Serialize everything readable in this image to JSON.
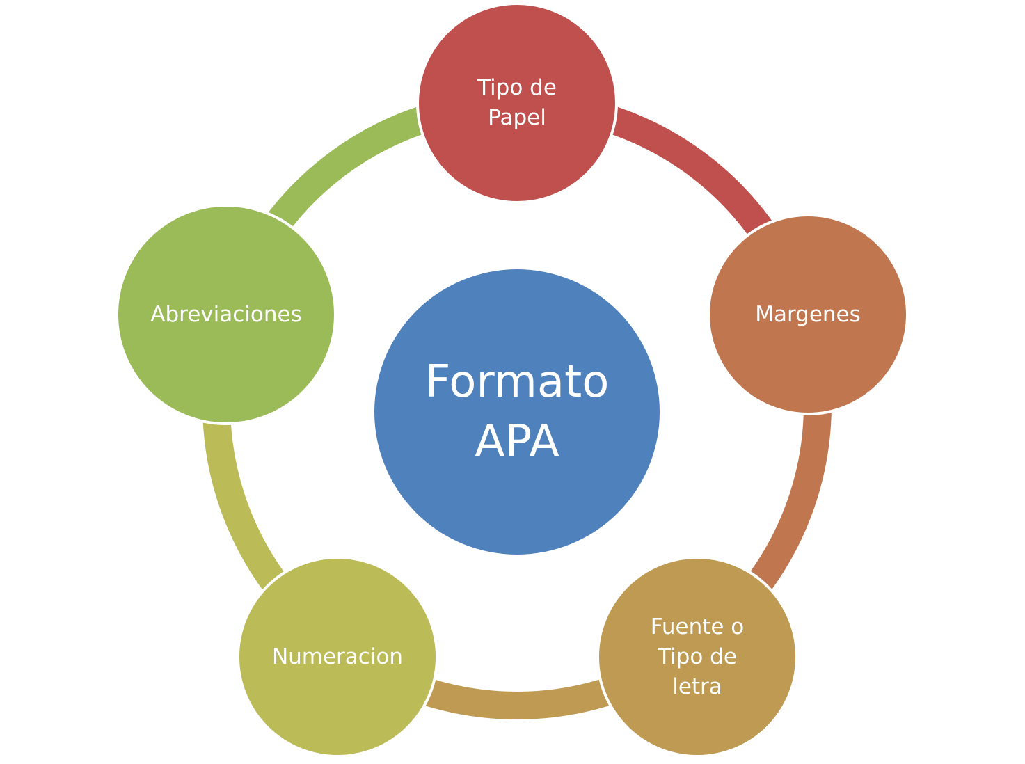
{
  "center": {
    "label": "Formato\nAPA",
    "color": "#4F81BD"
  },
  "nodes": [
    {
      "label": "Tipo de\nPapel",
      "color": "#C0504D"
    },
    {
      "label": "Margenes",
      "color": "#C0774F"
    },
    {
      "label": "Fuente o\nTipo de\nletra",
      "color": "#BE9A52"
    },
    {
      "label": "Numeracion",
      "color": "#BBBB58"
    },
    {
      "label": "Abreviaciones",
      "color": "#9BBB59"
    }
  ]
}
